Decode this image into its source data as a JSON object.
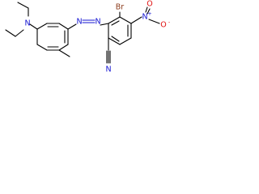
{
  "molecule": {
    "atoms": {
      "diethyl_amine_n": {
        "symbol": "N",
        "color": "#1414d2"
      },
      "azo_n1": {
        "symbol": "N",
        "color": "#1414d2"
      },
      "azo_n2": {
        "symbol": "N",
        "color": "#1414d2"
      },
      "bromine": {
        "symbol": "Br",
        "color": "#8b3a1a"
      },
      "nitro_n": {
        "symbol": "N",
        "charge": "+",
        "color": "#1414d2"
      },
      "nitro_o_double": {
        "symbol": "O",
        "color": "#e01010"
      },
      "nitro_o_single": {
        "symbol": "O",
        "charge": "-",
        "color": "#e01010"
      },
      "nitrile_n": {
        "symbol": "N",
        "color": "#1414d2"
      }
    },
    "colors": {
      "bond": "#000000",
      "nitrogen": "#1414d2",
      "oxygen": "#e01010",
      "bromine": "#8b3a1a"
    }
  }
}
